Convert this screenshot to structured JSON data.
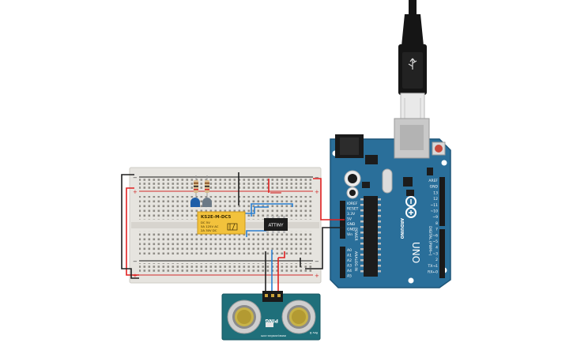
{
  "colors": {
    "arduino_board": "#2a6f9a",
    "breadboard": "#e6e4df",
    "rail_red": "#d22b2b",
    "wire_red": "#e02020",
    "wire_black": "#202020",
    "wire_blue": "#2a7fd0",
    "relay_body": "#f2c23c",
    "ping_board": "#1f6f7a",
    "usb_plug": "#151515",
    "chip": "#1c1c1c"
  },
  "arduino": {
    "logo_text": "ARDUINO",
    "model": "UNO",
    "power_header": [
      "IOREF",
      "RESET",
      "3.3V",
      "5V",
      "GND",
      "GND",
      "Vin"
    ],
    "analog_header": [
      "A0",
      "A1",
      "A2",
      "A3",
      "A4",
      "A5"
    ],
    "digital_header": [
      "AREF",
      "GND",
      "13",
      "12",
      "~11",
      "~10",
      "~9",
      "8",
      "7",
      "~6",
      "~5",
      "4",
      "~3",
      "2",
      "TX→1",
      "RX←0"
    ],
    "power_section_label": "POWER",
    "analog_section_label": "ANALOG IN",
    "digital_section_label": "DIGITAL (PWM~)"
  },
  "relay": {
    "label": "KS2E-M-DC5",
    "lines": [
      "DC 5V",
      "5A 125V AC",
      "2A 30V DC"
    ]
  },
  "ic": {
    "label": "ATTINY"
  },
  "ping": {
    "label": "PING",
    "brand": "www.parallax.com",
    "rev": "Rev B"
  },
  "components": [
    {
      "name": "resistor-1",
      "kind": "resistor"
    },
    {
      "name": "resistor-2",
      "kind": "resistor"
    },
    {
      "name": "transistor-1",
      "kind": "transistor",
      "color": "#1f5fa8"
    },
    {
      "name": "transistor-2",
      "kind": "transistor",
      "color": "#6c7a86"
    }
  ]
}
